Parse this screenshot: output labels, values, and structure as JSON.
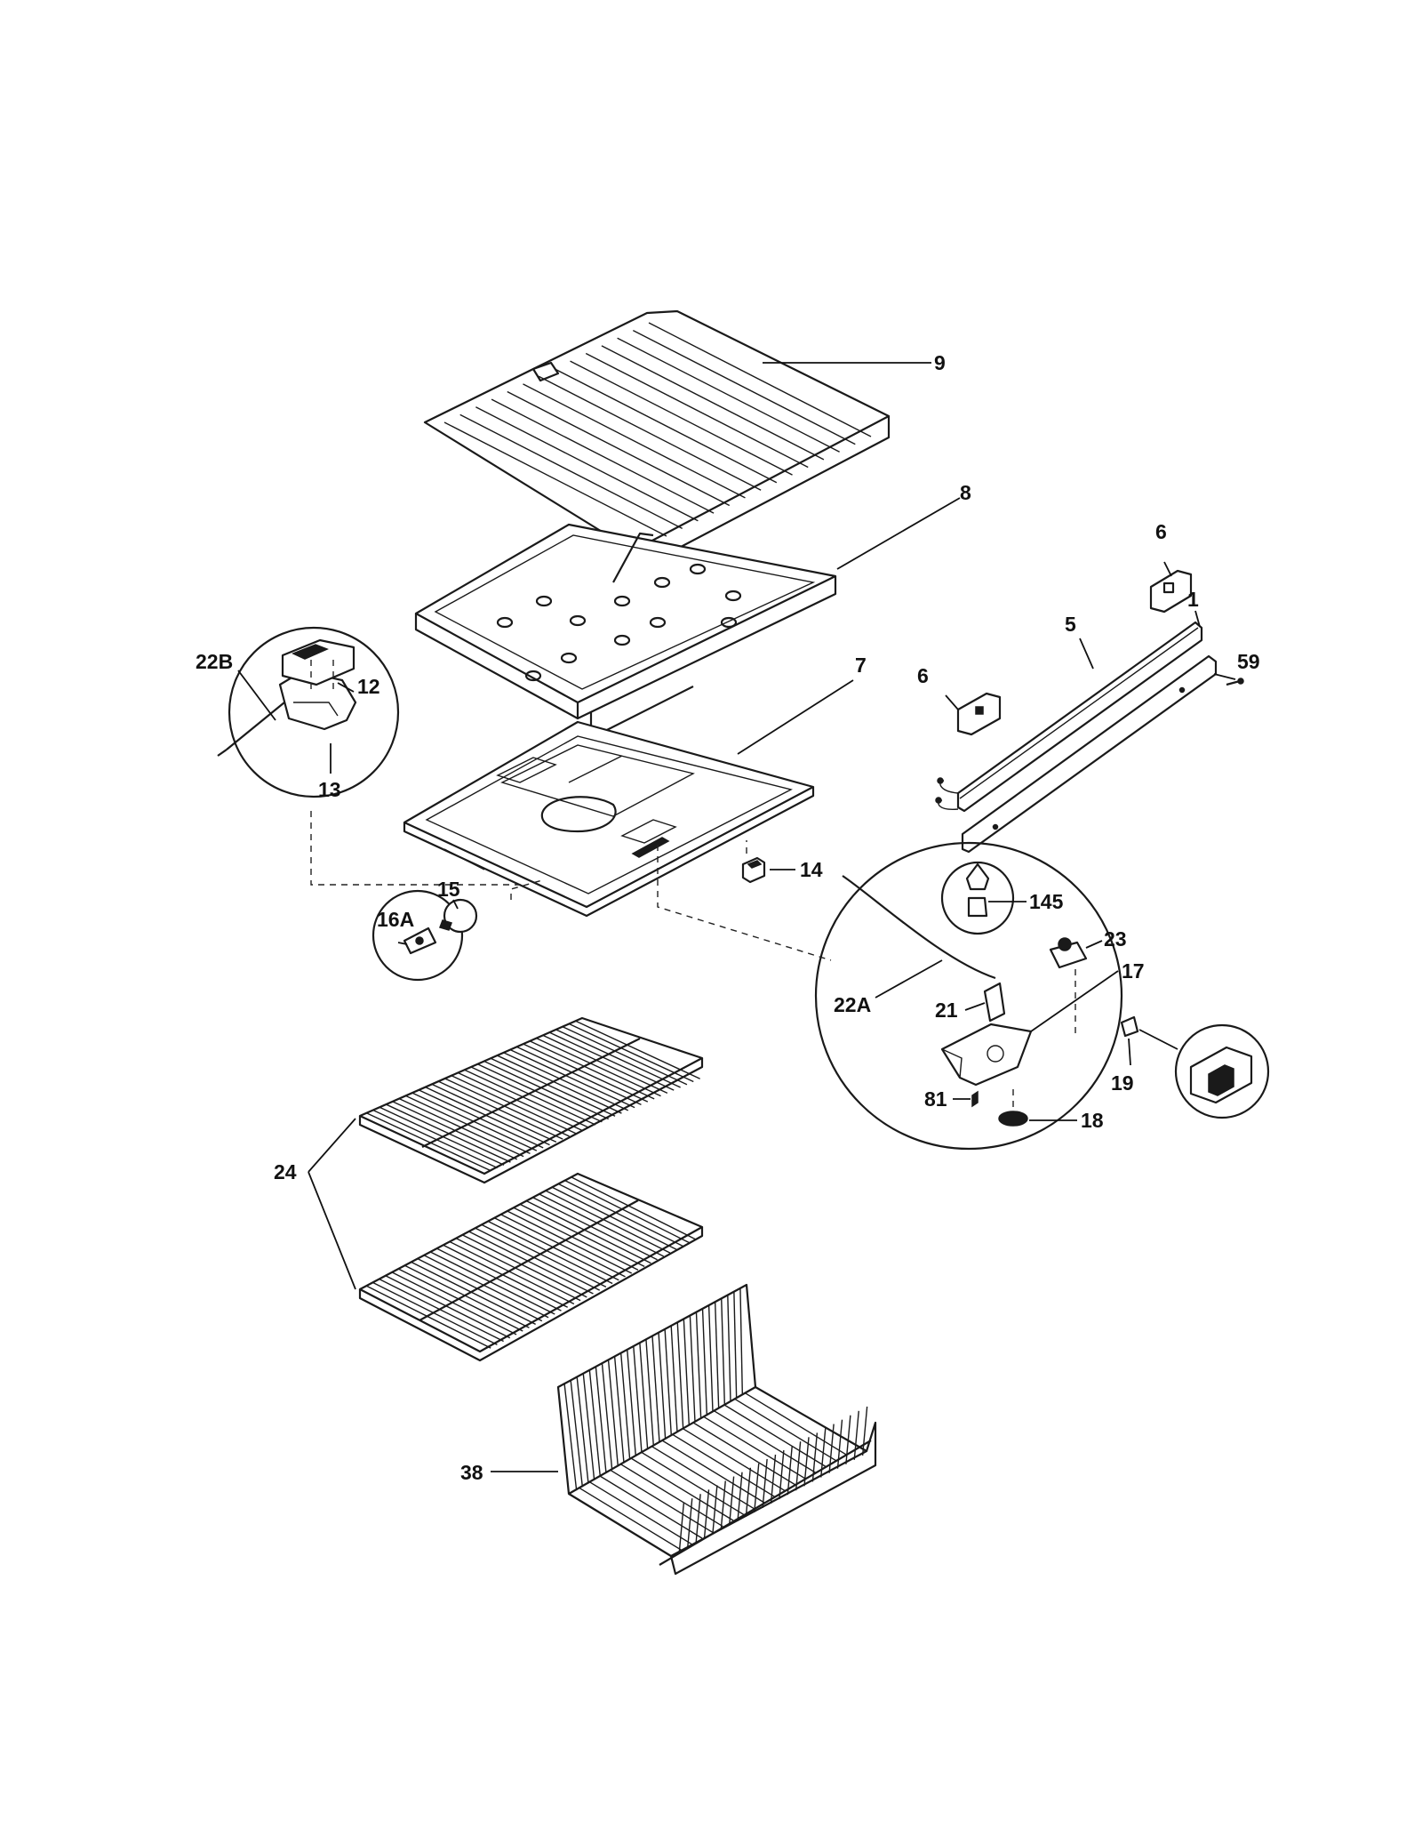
{
  "callouts": {
    "p9": "9",
    "p8": "8",
    "p7": "7",
    "p6a": "6",
    "p6b": "6",
    "p5": "5",
    "p1": "1",
    "p59": "59",
    "p22b": "22B",
    "p12": "12",
    "p13": "13",
    "p14": "14",
    "p145": "145",
    "p15": "15",
    "p16a": "16A",
    "p23": "23",
    "p17": "17",
    "p22a": "22A",
    "p21": "21",
    "p19": "19",
    "p81": "81",
    "p18": "18",
    "p24": "24",
    "p38": "38"
  }
}
